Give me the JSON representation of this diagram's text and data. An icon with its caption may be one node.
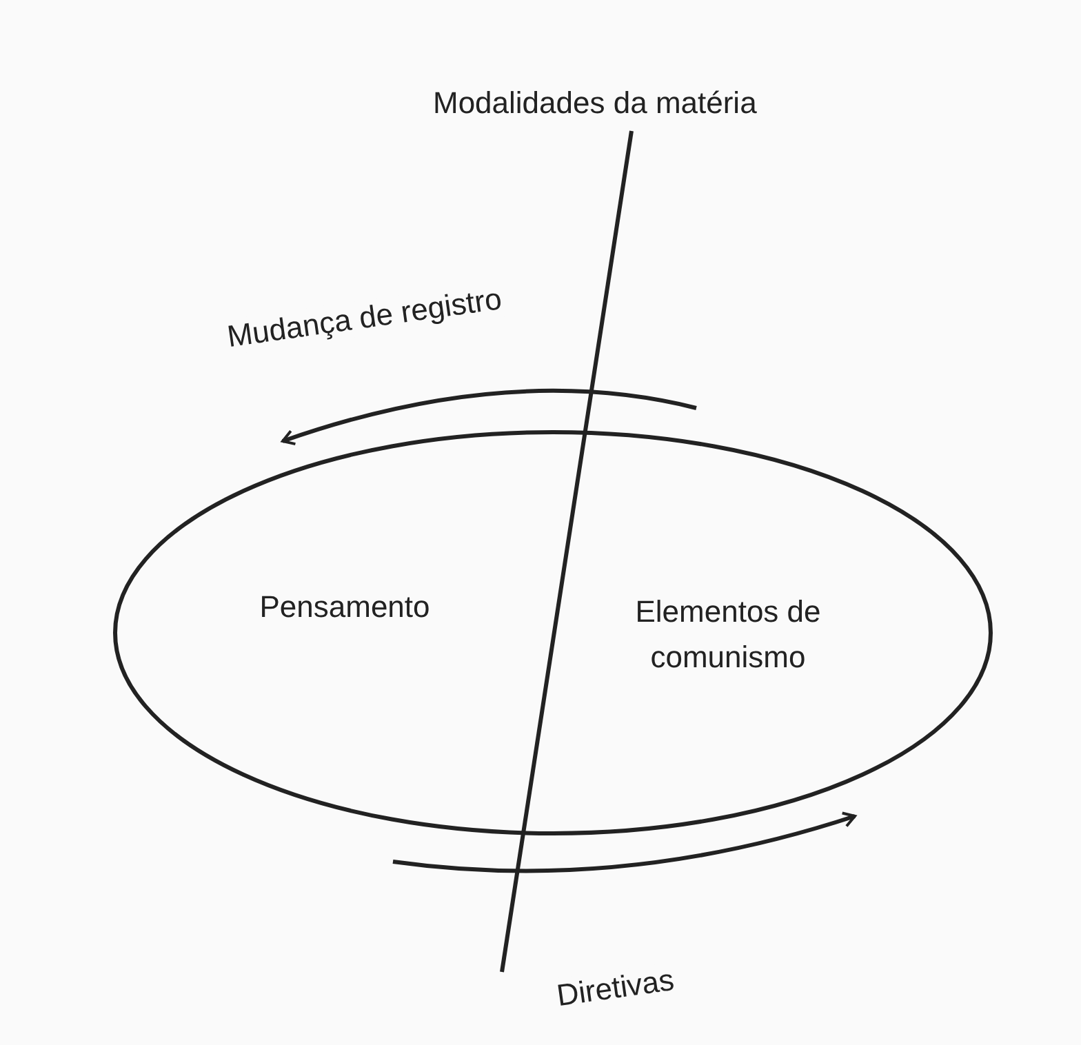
{
  "diagram": {
    "nodes": [
      {
        "text": [
          "Pensamento",
          "Elementos de comunismo"
        ]
      }
    ],
    "labels": [
      "Modalidades da matéria",
      "Mudança de registro",
      "Diretivas"
    ]
  }
}
